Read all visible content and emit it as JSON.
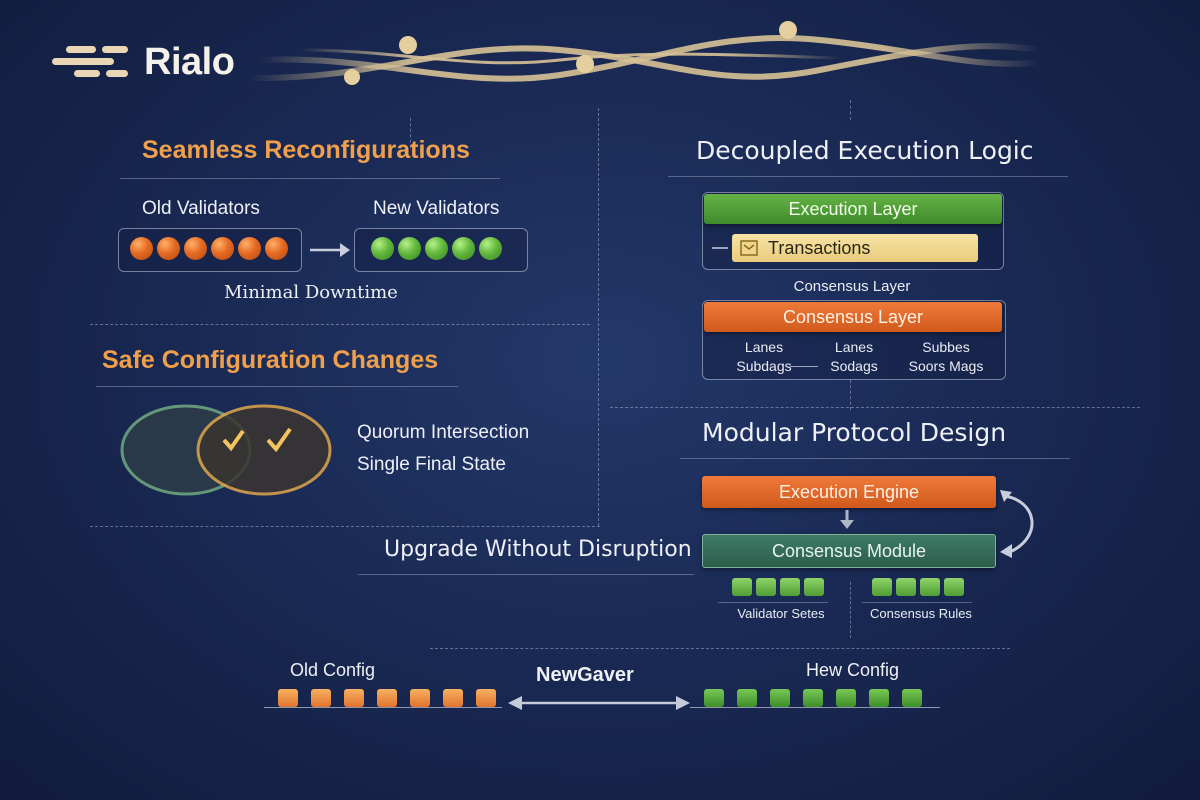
{
  "brand": {
    "name": "Rialo"
  },
  "colors": {
    "background": "#1a2a55",
    "accent_orange": "#f0a04c",
    "validator_old": "#e56a22",
    "validator_new": "#62b83c"
  },
  "left": {
    "reconfig": {
      "title": "Seamless Reconfigurations",
      "old_label": "Old Validators",
      "new_label": "New Validators",
      "old_count": 6,
      "new_count": 5,
      "caption": "Minimal Downtime"
    },
    "safe": {
      "title": "Safe Configuration Changes",
      "line1": "Quorum Intersection",
      "line2": "Single Final State"
    },
    "upgrade": {
      "title_bold": "Upgrade",
      "title_rest": " Without Disruption"
    }
  },
  "right": {
    "decoupled": {
      "title": "Decoupled Execution Logic",
      "execution_layer": "Execution Layer",
      "transactions": "Transactions",
      "consensus_caption": "Consensus Layer",
      "consensus_layer": "Consensus Layer",
      "sub_labels": [
        {
          "top": "Lanes",
          "bottom": "Subdags"
        },
        {
          "top": "Lanes",
          "bottom": "Sodags"
        },
        {
          "top": "Subbes",
          "bottom": "Soors Mags"
        }
      ]
    },
    "modular": {
      "title": "Modular Protocol Design",
      "execution_engine": "Execution Engine",
      "consensus_module": "Consensus Module",
      "validator_sets": "Validator Setes",
      "consensus_rules": "Consensus Rules"
    }
  },
  "bottom": {
    "old_config": "Old Config",
    "center": "NewGaver",
    "new_config": "Hew Config",
    "old_blocks": 7,
    "new_blocks": 7
  }
}
